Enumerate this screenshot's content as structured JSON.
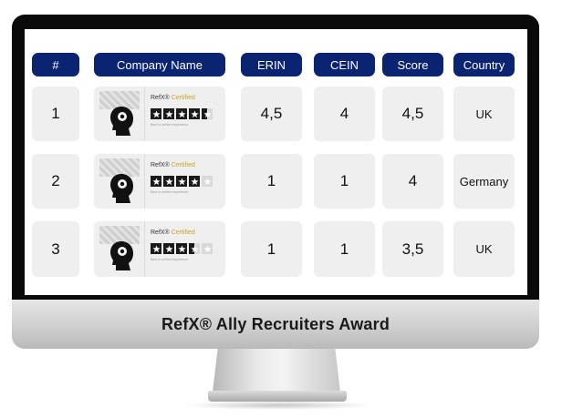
{
  "headers": {
    "rank": "#",
    "company": "Company Name",
    "erin": "ERIN",
    "cein": "CEIN",
    "score": "Score",
    "country": "Country"
  },
  "rows": [
    {
      "rank": "1",
      "badge": {
        "brand": "RefX®",
        "certified": "Certified",
        "stars": 4.5,
        "fineprint": "Best in verified experience"
      },
      "erin": "4,5",
      "cein": "4",
      "score": "4,5",
      "country": "UK"
    },
    {
      "rank": "2",
      "badge": {
        "brand": "RefX®",
        "certified": "Certified",
        "stars": 4,
        "fineprint": "Best in verified experience"
      },
      "erin": "1",
      "cein": "1",
      "score": "4",
      "country": "Germany"
    },
    {
      "rank": "3",
      "badge": {
        "brand": "RefX®",
        "certified": "Certified",
        "stars": 3.5,
        "fineprint": "Best in verified experience"
      },
      "erin": "1",
      "cein": "1",
      "score": "3,5",
      "country": "UK"
    }
  ],
  "footer": {
    "title": "RefX® Ally Recruiters Award"
  },
  "colors": {
    "header_bg": "#0a2472",
    "cell_bg": "#efefef",
    "certified_gold": "#c9a227"
  },
  "icons": {
    "badge_head": "head-silhouette-icon",
    "star": "star-icon"
  }
}
